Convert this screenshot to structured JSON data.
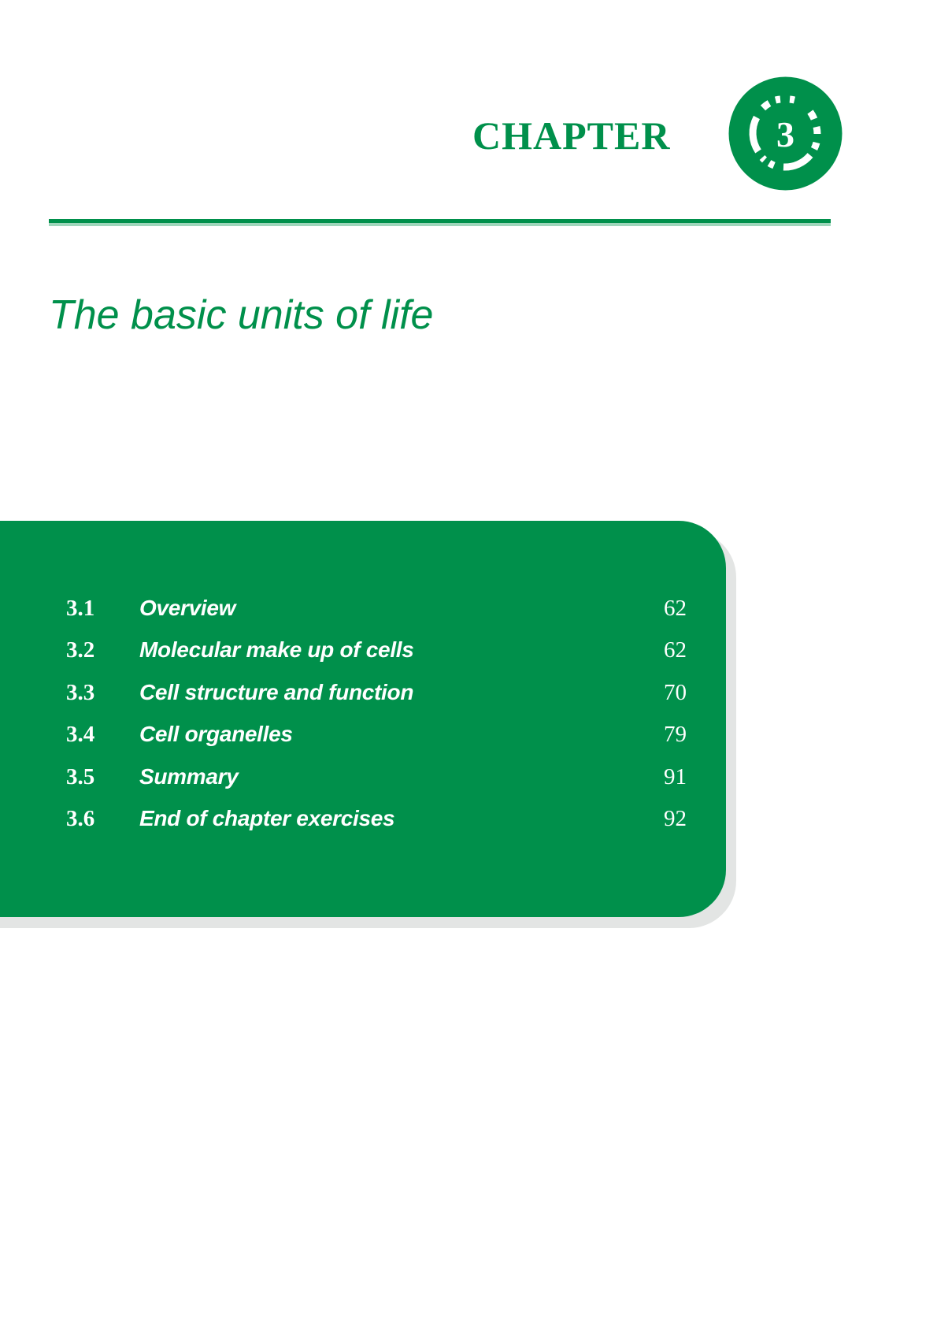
{
  "header": {
    "chapter_label": "CHAPTER",
    "chapter_number": "3"
  },
  "title": "The basic units of life",
  "toc": {
    "items": [
      {
        "number": "3.1",
        "title": "Overview",
        "page": "62"
      },
      {
        "number": "3.2",
        "title": "Molecular make up of cells",
        "page": "62"
      },
      {
        "number": "3.3",
        "title": "Cell structure and function",
        "page": "70"
      },
      {
        "number": "3.4",
        "title": "Cell organelles",
        "page": "79"
      },
      {
        "number": "3.5",
        "title": "Summary",
        "page": "91"
      },
      {
        "number": "3.6",
        "title": "End of chapter exercises",
        "page": "92"
      }
    ]
  },
  "colors": {
    "accent_green": "#00904b",
    "shadow_grey": "#e3e5e4",
    "text_on_green": "#ffffff"
  }
}
